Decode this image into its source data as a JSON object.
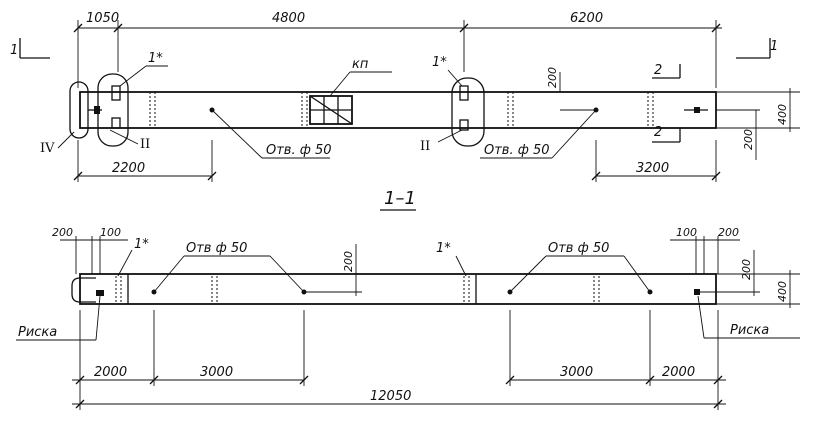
{
  "top_view": {
    "dims_top": [
      "1050",
      "4800",
      "6200"
    ],
    "dim_2200": "2200",
    "dim_3200": "3200",
    "dim_200_a": "200",
    "dim_200_b": "200",
    "dim_400": "400",
    "mark_1star_left": "1*",
    "mark_1star_mid": "1*",
    "mark_kp": "кп",
    "hole_left": "Отв. ф 50",
    "hole_right": "Отв. ф 50",
    "section_left": "1",
    "section_right": "1",
    "section_2_top": "2",
    "section_2_bottom": "2",
    "roman_iv": "IV",
    "roman_ii_left": "II",
    "roman_ii_mid": "II"
  },
  "section_title": "1–1",
  "side_view": {
    "dim_200_left": "200",
    "dim_100_left": "100",
    "dim_100_right": "100",
    "dim_200_right": "200",
    "dim_200_vert_mid": "200",
    "dim_200_vert_right": "200",
    "dim_400": "400",
    "mark_1star_left": "1*",
    "mark_1star_mid": "1*",
    "hole_left": "Отв ф 50",
    "hole_right": "Отв ф 50",
    "riska_left": "Риска",
    "riska_right": "Риска",
    "dims_bottom": [
      "2000",
      "3000",
      "3000",
      "2000"
    ],
    "dim_total": "12050"
  }
}
